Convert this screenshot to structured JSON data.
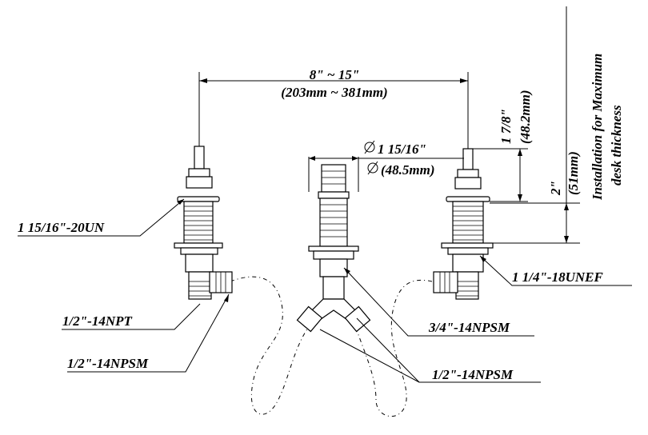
{
  "dimensions": {
    "spread_imperial": "8\" ~ 15\"",
    "spread_metric": "(203mm ~ 381mm)",
    "body_diameter_imperial": "1 15/16\"",
    "body_diameter_metric": "(48.5mm)",
    "stem_height_imperial": "1 7/8\"",
    "stem_height_metric": "(48.2mm)",
    "deck_imperial": "2\"",
    "deck_metric": "(51mm)",
    "deck_note_line1": "Installation for Maximum",
    "deck_note_line2": "desk thickness"
  },
  "callouts": {
    "left_thread": "1 15/16\"-20UN",
    "right_thread": "1 1/4\"-18UNEF",
    "inlet_npt": "1/2\"-14NPT",
    "inlet_npsm_left": "1/2\"-14NPSM",
    "spout_npsm": "3/4\"-14NPSM",
    "tee_npsm": "1/2\"-14NPSM"
  }
}
